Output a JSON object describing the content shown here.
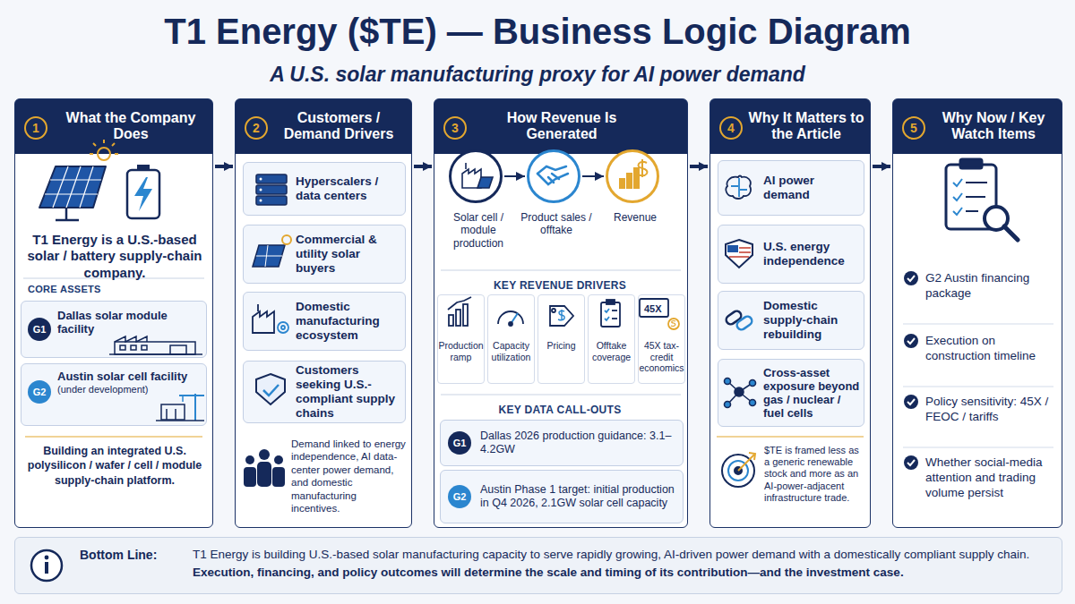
{
  "diagram": {
    "title": "T1 Energy ($TE) — Business Logic Diagram",
    "nodes": [
      {
        "text": [
          "1",
          "What the Company Does",
          "T1 Energy is a U.S.-based solar / battery supply-chain company.",
          "CORE ASSETS",
          "Building an integrated U.S. polysilicon / wafer / cell / module supply-chain platform."
        ]
      },
      {
        "text": [
          "G1",
          "Dallas solar module facility"
        ],
        "in": 0
      },
      {
        "text": [
          "G2",
          "Austin solar cell facility",
          "(under development)"
        ],
        "in": 0
      },
      {
        "text": [
          "2",
          "Customers / Demand Drivers",
          "Demand linked to energy independence, AI data-center power demand, and domestic manufacturing incentives."
        ]
      },
      {
        "text": [
          "Hyperscalers / data centers"
        ],
        "in": 3
      },
      {
        "text": [
          "Commercial & utility solar buyers"
        ],
        "in": 3
      },
      {
        "text": [
          "Domestic manufacturing ecosystem"
        ],
        "in": 3
      },
      {
        "text": [
          "Customers seeking U.S.-compliant supply chains"
        ],
        "in": 3
      },
      {
        "text": [
          "3",
          "How Revenue Is Generated",
          "KEY REVENUE DRIVERS",
          "KEY DATA CALL-OUTS"
        ]
      },
      {
        "text": [
          "Solar cell / module production"
        ],
        "in": 8
      },
      {
        "text": [
          "Product sales / offtake"
        ],
        "in": 8
      },
      {
        "text": [
          "Revenue"
        ],
        "in": 8
      },
      {
        "text": [
          "Production ramp"
        ],
        "in": 8
      },
      {
        "text": [
          "Capacity utilization"
        ],
        "in": 8
      },
      {
        "text": [
          "Pricing"
        ],
        "in": 8
      },
      {
        "text": [
          "Offtake coverage"
        ],
        "in": 8
      },
      {
        "text": [
          "45X",
          "45X tax-credit economics"
        ],
        "in": 8
      },
      {
        "text": [
          "G1",
          "Dallas 2026 production guidance: 3.1–4.2GW"
        ],
        "in": 8
      },
      {
        "text": [
          "G2",
          "Austin Phase 1 target: initial production in Q4 2026, 2.1GW solar cell capacity"
        ],
        "in": 8
      },
      {
        "text": [
          "4",
          "Why It Matters to the Article",
          "$TE is framed less as a generic renewable stock and more as an AI-power-adjacent infrastructure trade."
        ]
      },
      {
        "text": [
          "AI power demand"
        ],
        "in": 19
      },
      {
        "text": [
          "U.S. energy independence"
        ],
        "in": 19
      },
      {
        "text": [
          "Domestic supply-chain rebuilding"
        ],
        "in": 19
      },
      {
        "text": [
          "Cross-asset exposure beyond gas / nuclear / fuel cells"
        ],
        "in": 19
      },
      {
        "text": [
          "5",
          "Why Now / Key Watch Items",
          "G2 Austin financing package",
          "Execution on construction timeline",
          "Policy sensitivity: 45X / FEOC / tariffs",
          "Whether social-media attention and trading volume persist"
        ]
      },
      {
        "text": [
          "Bottom Line:",
          "T1 Energy is building U.S.-based solar manufacturing capacity to serve rapidly growing, AI-driven power demand with a domestically compliant supply chain.",
          "Execution, financing, and policy outcomes will determine the scale and timing of its contribution—and the investment case."
        ]
      }
    ],
    "edges": [
      {
        "from": 0,
        "to": 3,
        "arrow": "to"
      },
      {
        "from": 3,
        "to": 8,
        "arrow": "to"
      },
      {
        "from": 8,
        "to": 19,
        "arrow": "to"
      },
      {
        "from": 19,
        "to": 24,
        "arrow": "to"
      },
      {
        "from": 9,
        "to": 10,
        "arrow": "to"
      },
      {
        "from": 10,
        "to": 11,
        "arrow": "to"
      }
    ],
    "labels": [
      "A U.S. solar manufacturing proxy for AI power demand"
    ]
  }
}
